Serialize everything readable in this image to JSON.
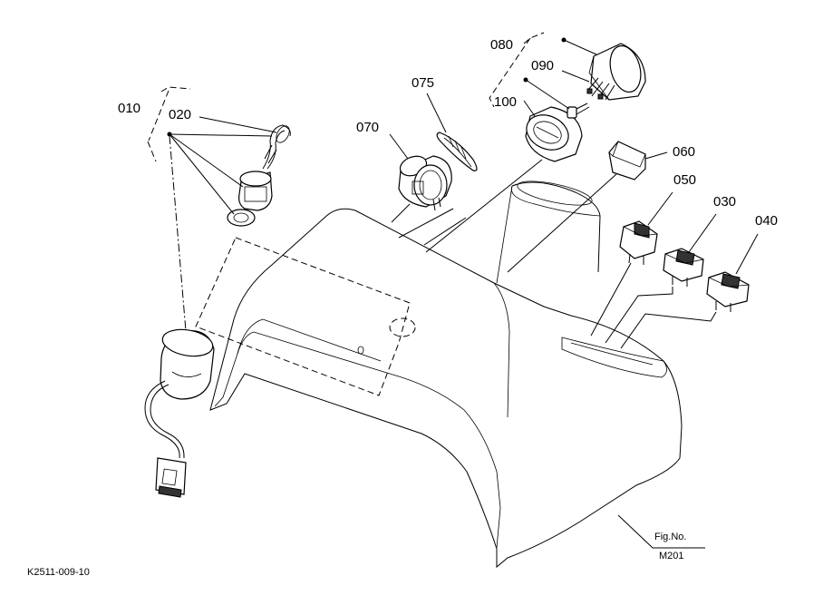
{
  "labels": {
    "p010": "010",
    "p020": "020",
    "p030": "030",
    "p040": "040",
    "p050": "050",
    "p060": "060",
    "p070": "070",
    "p075": "075",
    "p080": "080",
    "p090": "090",
    "p100": "100"
  },
  "figure": {
    "caption": "Fig.No.",
    "number": "M201"
  },
  "drawing_code": "K2511-009-10"
}
